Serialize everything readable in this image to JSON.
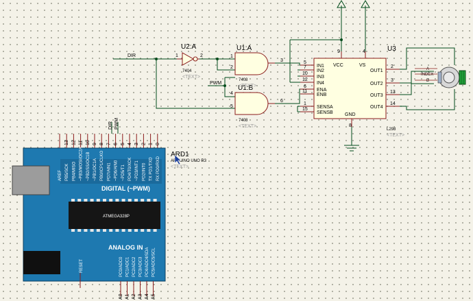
{
  "components": {
    "inverter": {
      "ref": "U2:A",
      "part": "7404",
      "text": "<TEXT>",
      "pins": {
        "in": "1",
        "out": "2"
      }
    },
    "and_a": {
      "ref": "U1:A",
      "part": "7408",
      "text": "<TEXT>",
      "pins": {
        "in1": "1",
        "in2": "2",
        "out": "3"
      }
    },
    "and_b": {
      "ref": "U1:B",
      "part": "7408",
      "text": "<TEXT>",
      "pins": {
        "in1": "4",
        "in2": "5",
        "out": "6"
      }
    },
    "driver": {
      "ref": "U3",
      "part": "L298",
      "text": "<TEXT>",
      "left_pins": [
        {
          "num": "5",
          "label": "IN1"
        },
        {
          "num": "7",
          "label": "IN2"
        },
        {
          "num": "10",
          "label": "IN3"
        },
        {
          "num": "12",
          "label": "IN4"
        },
        {
          "num": "6",
          "label": "ENA"
        },
        {
          "num": "11",
          "label": "ENB"
        },
        {
          "num": "1",
          "label": "SENSA"
        },
        {
          "num": "15",
          "label": "SENSB"
        }
      ],
      "top_pins": [
        {
          "num": "9",
          "label": "VCC"
        },
        {
          "num": "4",
          "label": "VS"
        }
      ],
      "bottom_pin": {
        "num": "8",
        "label": "GND"
      },
      "right_pins": [
        {
          "num": "2",
          "label": "OUT1"
        },
        {
          "num": "3",
          "label": "OUT2"
        },
        {
          "num": "13",
          "label": "OUT3"
        },
        {
          "num": "14",
          "label": "OUT4"
        }
      ]
    },
    "encoder": {
      "labels": [
        "A",
        "INDEX",
        "B"
      ]
    },
    "arduino": {
      "ref": "ARD1",
      "part": "ARDUINO UNO R3",
      "text": "<TEXT>",
      "digital_title": "DIGITAL (~PWM)",
      "analog_title": "ANALOG IN",
      "chip_label": "ATMEGA328P",
      "reset_label": "RESET",
      "top_pin_numbers": [
        "13",
        "12",
        "11",
        "10",
        "9",
        "8",
        "7",
        "6",
        "5",
        "4",
        "3",
        "2",
        "1",
        "0"
      ],
      "top_pin_labels": [
        "AREF",
        "PB5/SCK",
        "PB4/MISO",
        "~PB3/MOSI/OC2A",
        "~PB2/SS/OC1B",
        "~PB1/OC1A",
        "PB0/ICP1/CLKO",
        "PD7/AIN1",
        "~PD6/AIN0",
        "~PD5/T1",
        "PD4/T0/XCK",
        "~PD3/INT1",
        "PD2/INT0",
        "TX PD1/TXD",
        "RX PD0/RXD"
      ],
      "analog_pin_numbers": [
        "A0",
        "A1",
        "A2",
        "A3",
        "A4",
        "A5"
      ],
      "analog_pin_labels": [
        "PC0/ADC0",
        "PC1/ADC1",
        "PC2/ADC2",
        "PC3/ADC3",
        "PC4/ADC4/SDA",
        "PC5/ADC5/SCL"
      ]
    }
  },
  "nets": {
    "dir": "DIR",
    "pwm": "PWM"
  },
  "colors": {
    "wire": "#004b1a",
    "body": "#8a1a1a",
    "fill": "#ffffe1",
    "board": "#1e79b0"
  }
}
